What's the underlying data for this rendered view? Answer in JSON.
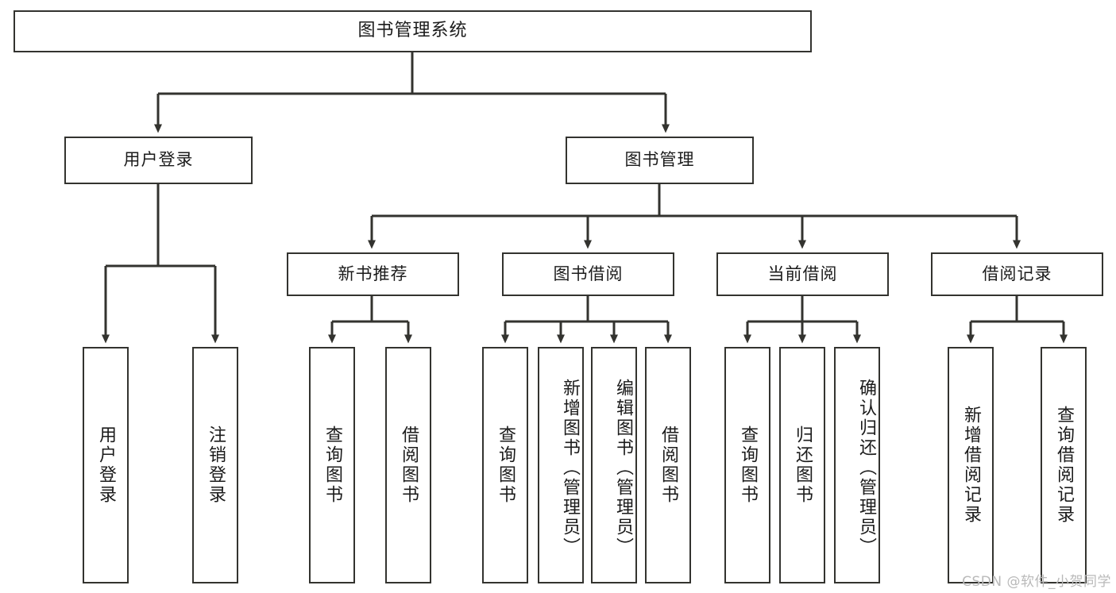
{
  "diagram": {
    "title": "图书管理系统",
    "type": "tree",
    "root": {
      "label": "图书管理系统"
    },
    "level2": [
      {
        "label": "用户登录"
      },
      {
        "label": "图书管理"
      }
    ],
    "level3": [
      {
        "label": "新书推荐"
      },
      {
        "label": "图书借阅"
      },
      {
        "label": "当前借阅"
      },
      {
        "label": "借阅记录"
      }
    ],
    "leaves": {
      "user_login": [
        {
          "label": "用户登录"
        },
        {
          "label": "注销登录"
        }
      ],
      "new_book_recommend": [
        {
          "label": "查询图书"
        },
        {
          "label": "借阅图书"
        }
      ],
      "book_borrow": [
        {
          "label": "查询图书"
        },
        {
          "label": "新增图书（管理员）"
        },
        {
          "label": "编辑图书（管理员）"
        },
        {
          "label": "借阅图书"
        }
      ],
      "current_borrow": [
        {
          "label": "查询图书"
        },
        {
          "label": "归还图书"
        },
        {
          "label": "确认归还（管理员）"
        }
      ],
      "borrow_record": [
        {
          "label": "新增借阅记录"
        },
        {
          "label": "查询借阅记录"
        }
      ]
    }
  },
  "watermark": {
    "text": "CSDN @软件_小贺同学"
  },
  "colors": {
    "stroke": "#33332f",
    "background": "#ffffff",
    "text": "#1b1b1b",
    "watermark": "#b9b9b9"
  }
}
